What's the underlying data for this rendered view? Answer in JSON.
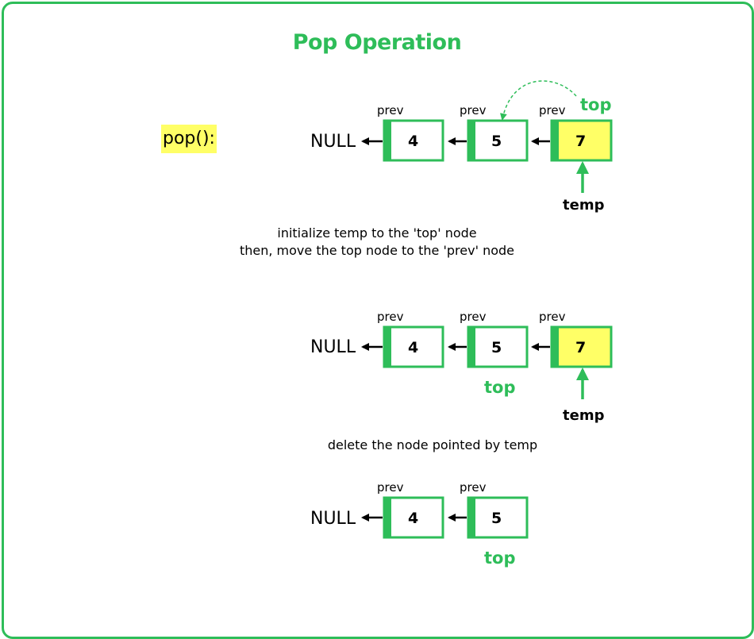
{
  "title": "Pop Operation",
  "function_label": "pop():",
  "null_label": "NULL",
  "prev_label": "prev",
  "top_label": "top",
  "temp_label": "temp",
  "nodes": [
    "4",
    "5",
    "7"
  ],
  "captions": {
    "step1_line1": "initialize temp to the 'top' node",
    "step1_line2": "then, move the top node to the 'prev' node",
    "step2": "delete the node pointed by temp"
  },
  "colors": {
    "accent": "#2ebd59",
    "highlight": "#ffff66",
    "text": "#000000"
  }
}
